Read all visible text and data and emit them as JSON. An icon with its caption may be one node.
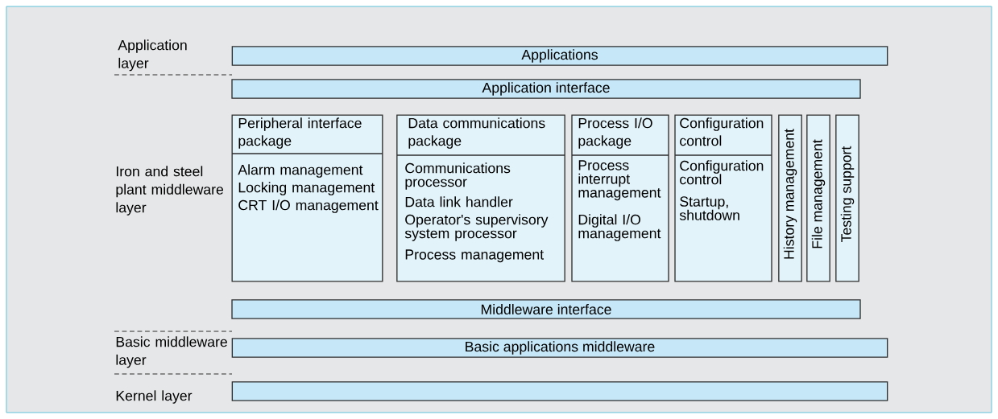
{
  "diagram": {
    "nodes": [
      {
        "text": [
          "Applications"
        ]
      },
      {
        "text": [
          "Application interface"
        ]
      },
      {
        "text": [
          "Peripheral interface package",
          "Alarm management",
          "Locking management",
          "CRT I/O management"
        ]
      },
      {
        "text": [
          "Data communications package",
          "Communications processor",
          "Data link handler",
          "Operator's supervisory system processor",
          "Process management"
        ]
      },
      {
        "text": [
          "Process I/O package",
          "Process interrupt management",
          "Digital I/O management"
        ]
      },
      {
        "text": [
          "Configuration control",
          "Configuration control",
          "Startup, shutdown"
        ]
      },
      {
        "text": [
          "History management"
        ]
      },
      {
        "text": [
          "File management"
        ]
      },
      {
        "text": [
          "Testing support"
        ]
      },
      {
        "text": [
          "Middleware interface"
        ]
      },
      {
        "text": [
          "Basic applications middleware"
        ]
      },
      {
        "text": [],
        "shape": "box"
      }
    ],
    "labels": [
      "Application layer",
      "Iron and steel plant middleware layer",
      "Basic middleware layer",
      "Kernel layer"
    ]
  }
}
